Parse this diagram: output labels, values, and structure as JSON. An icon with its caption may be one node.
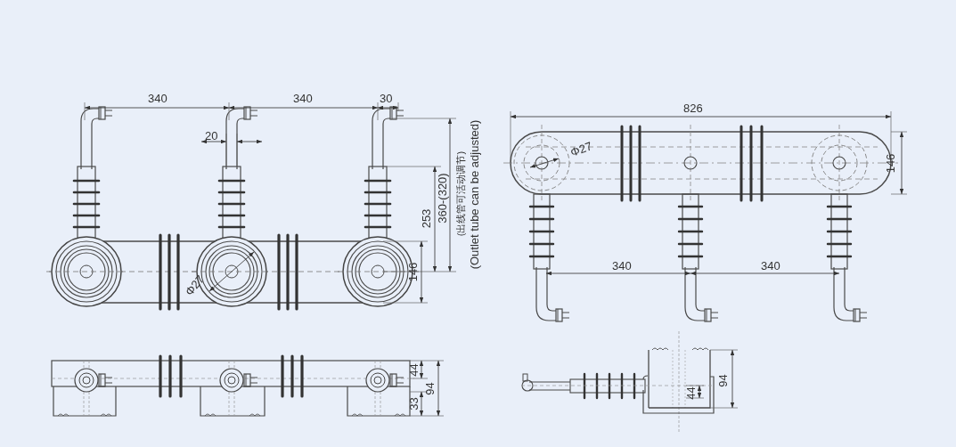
{
  "diagram": {
    "labels": [
      "340",
      "340",
      "30",
      "20",
      "253",
      "360-(320)",
      "(出线管可活动调节)",
      "(Outlet tube can be adjusted)",
      "146",
      "Φ27",
      "826",
      "Φ27",
      "146",
      "340",
      "340",
      "44",
      "94",
      "33",
      "94",
      "44"
    ]
  }
}
